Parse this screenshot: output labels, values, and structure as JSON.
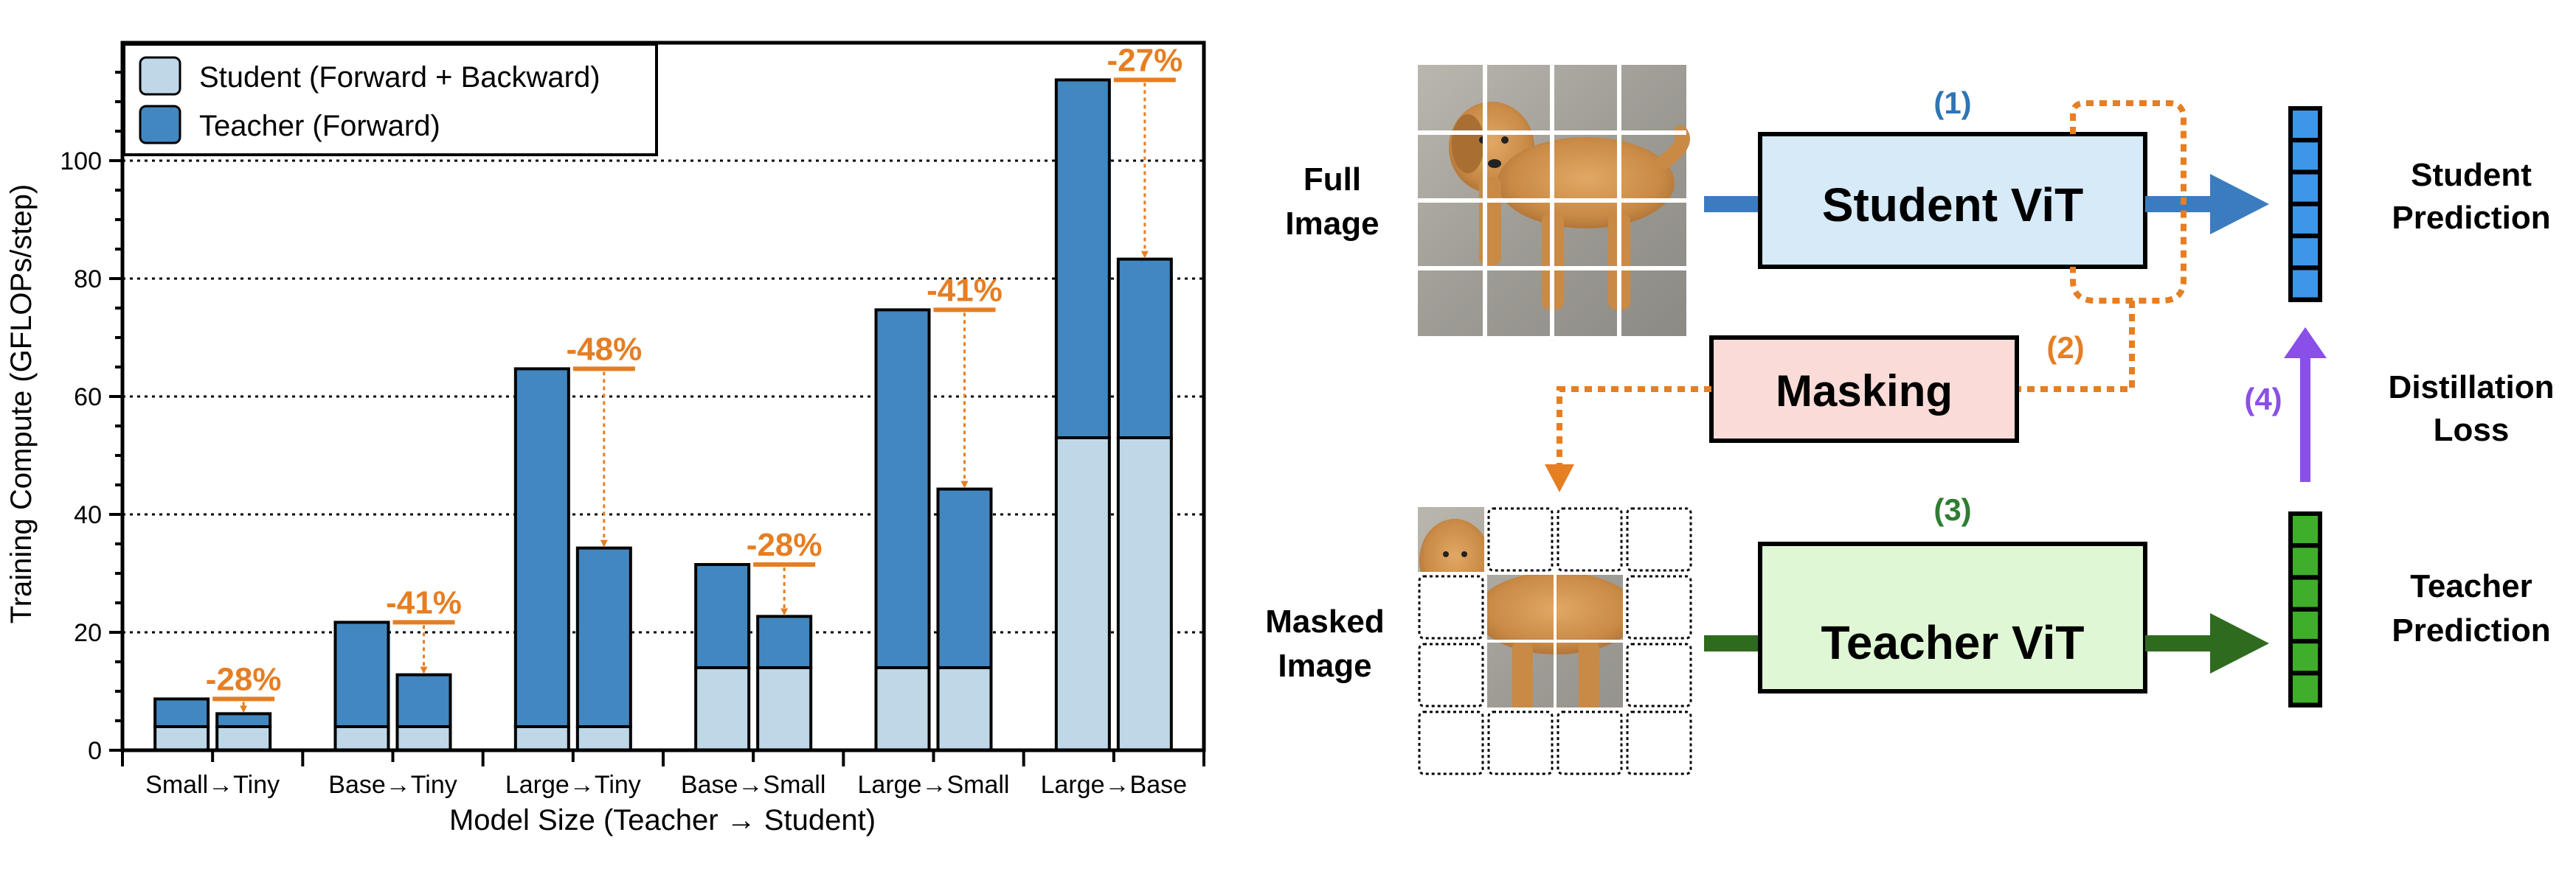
{
  "chart_data": {
    "type": "bar",
    "stacked": true,
    "categories": [
      "Small→Tiny",
      "Base→Tiny",
      "Large→Tiny",
      "Base→Small",
      "Large→Small",
      "Large→Base"
    ],
    "bars_per_category": [
      "baseline",
      "masked"
    ],
    "series": [
      {
        "name": "Student (Forward + Backward)",
        "color": "#BFD8E8",
        "values": [
          [
            4,
            4
          ],
          [
            4,
            4
          ],
          [
            4,
            4
          ],
          [
            14,
            14
          ],
          [
            14,
            14
          ],
          [
            53,
            53
          ]
        ]
      },
      {
        "name": "Teacher (Forward)",
        "color": "#4287BF",
        "values": [
          [
            4.7,
            2.2
          ],
          [
            17.7,
            8.8
          ],
          [
            60.7,
            30.3
          ],
          [
            17.5,
            8.7
          ],
          [
            60.7,
            30.3
          ],
          [
            60.7,
            30.3
          ]
        ]
      }
    ],
    "reductions": [
      "-28%",
      "-41%",
      "-48%",
      "-28%",
      "-41%",
      "-27%"
    ],
    "xlabel": "Model Size (Teacher → Student)",
    "ylabel": "Training Compute (GFLOPs/step)",
    "ylim": [
      0,
      120
    ],
    "yticks": [
      "0",
      "20",
      "40",
      "60",
      "80",
      "100"
    ],
    "ytick_values": [
      0,
      20,
      40,
      60,
      80,
      100
    ],
    "grid": "horizontal dotted",
    "legend_position": "top-left",
    "accent_color": "#E67E22"
  },
  "diagram": {
    "full_image_label": [
      "Full",
      "Image"
    ],
    "masked_image_label": [
      "Masked",
      "Image"
    ],
    "student_box": "Student ViT",
    "teacher_box": "Teacher ViT",
    "masking_box": "Masking",
    "student_pred_label": [
      "Student",
      "Prediction"
    ],
    "teacher_pred_label": [
      "Teacher",
      "Prediction"
    ],
    "distill_label": [
      "Distillation",
      "Loss"
    ],
    "steps": [
      "(1)",
      "(2)",
      "(3)",
      "(4)"
    ],
    "colors": {
      "student_box_fill": "#D6EAF8",
      "teacher_box_fill": "#DFF7D4",
      "masking_box_fill": "#FADBD8",
      "student_arrow": "#3B7CC0",
      "teacher_arrow": "#2E6B1E",
      "masking_arrow": "#E67E22",
      "distill_arrow": "#8A4FE8",
      "student_vector": "#3D96E8",
      "teacher_vector": "#3FAE2A",
      "step1": "#2E75B6",
      "step2": "#E67E22",
      "step3": "#2E7D32",
      "step4": "#8A4FE8"
    },
    "icon": "dog-photo-patches"
  }
}
